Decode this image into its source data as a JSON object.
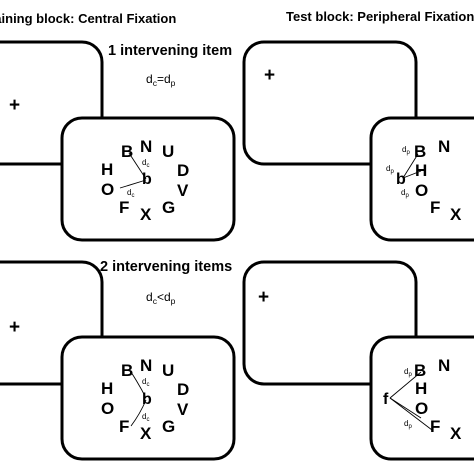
{
  "headers": {
    "left": "Training block: Central Fixation",
    "right": "Test block: Peripheral Fixation"
  },
  "conditions": {
    "top": {
      "label": "1 intervening item",
      "relation": {
        "a": "d",
        "a_sub": "c",
        "op": "=",
        "b": "d",
        "b_sub": "p"
      }
    },
    "bottom": {
      "label": "2 intervening items",
      "relation": {
        "a": "d",
        "a_sub": "c",
        "op": "<",
        "b": "d",
        "b_sub": "p"
      }
    }
  },
  "fixation": "+",
  "letters": {
    "N": "N",
    "B": "B",
    "U": "U",
    "H": "H",
    "D": "D",
    "O": "O",
    "V": "V",
    "F": "F",
    "G": "G",
    "X": "X"
  },
  "targets": {
    "b": "b",
    "f": "f"
  },
  "distances": {
    "dc": "d",
    "dc_sub": "c",
    "dp": "d",
    "dp_sub": "p"
  }
}
